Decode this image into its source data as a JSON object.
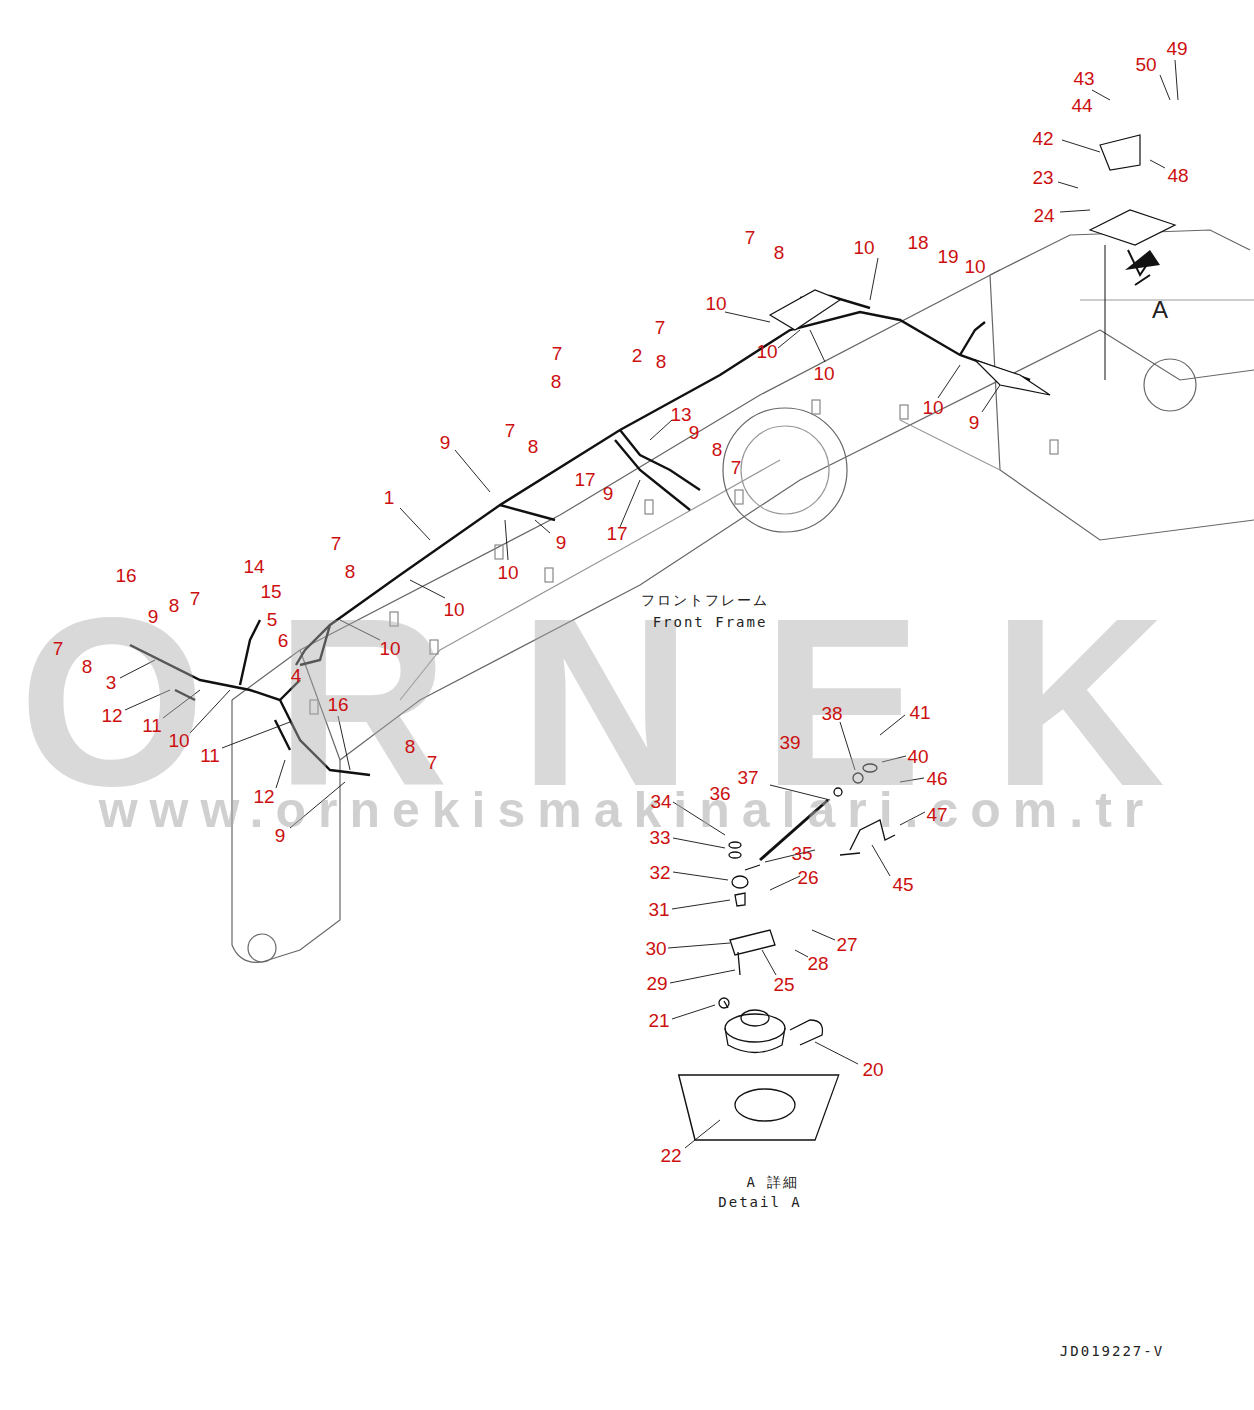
{
  "diagram": {
    "labels": [
      "49",
      "43",
      "50",
      "44",
      "42",
      "48",
      "23",
      "24",
      "A",
      "7",
      "8",
      "10",
      "18",
      "19",
      "10",
      "10",
      "7",
      "8",
      "2",
      "7",
      "8",
      "10",
      "10",
      "10",
      "9",
      "13",
      "7",
      "8",
      "9",
      "8",
      "7",
      "17",
      "9",
      "9",
      "1",
      "9",
      "10",
      "17",
      "10",
      "7",
      "8",
      "14",
      "16",
      "8",
      "7",
      "15",
      "9",
      "5",
      "7",
      "6",
      "10",
      "4",
      "8",
      "3",
      "12",
      "11",
      "10",
      "16",
      "11",
      "8",
      "7",
      "12",
      "9",
      "フロントフレーム",
      "Front Frame",
      "38",
      "41",
      "39",
      "40",
      "37",
      "46",
      "34",
      "36",
      "47",
      "35",
      "33",
      "32",
      "26",
      "45",
      "31",
      "27",
      "30",
      "28",
      "29",
      "25",
      "21",
      "20",
      "22",
      "A 詳細",
      "Detail A",
      "JD019227-V",
      "ORNEK",
      "www.ornekismakinalari.com.tr"
    ]
  }
}
